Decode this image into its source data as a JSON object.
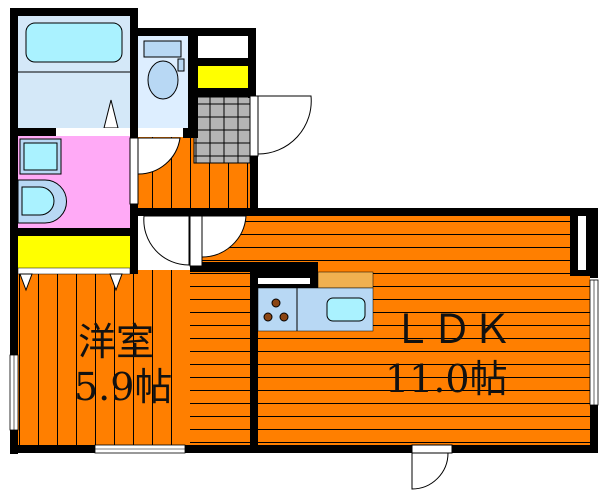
{
  "floor_plan": {
    "rooms": {
      "western_room": {
        "name": "洋室",
        "size": "5.9帖"
      },
      "ldk": {
        "name": "ＬＤＫ",
        "size": "11.0帖"
      }
    },
    "colors": {
      "floor": "#ff7f00",
      "bath": "#d4e8f8",
      "tub": "#aaf2ff",
      "vanity": "#ffaaf6",
      "storage": "#ffff00",
      "entry_tile": "#b4b4b4",
      "counter": "#b8d8f4",
      "wall": "#000000"
    }
  }
}
